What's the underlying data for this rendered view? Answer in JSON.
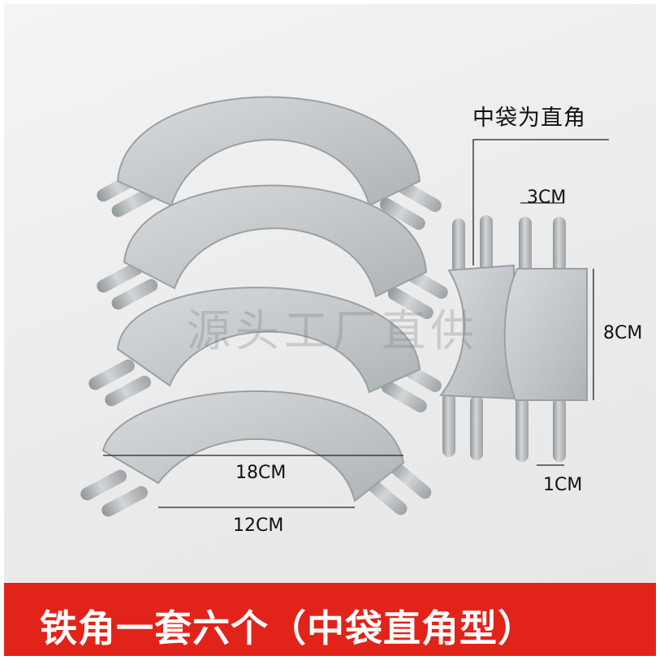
{
  "banner": {
    "text": "铁角一套六个（中袋直角型）",
    "background": "#e2231a",
    "text_color": "#ffffff"
  },
  "note": {
    "title": "中袋为直角"
  },
  "dimensions": {
    "block_width": "3CM",
    "block_height": "8CM",
    "pin_diameter": "1CM",
    "arc_outer": "18CM",
    "arc_inner": "12CM"
  },
  "watermark": "源头工厂直供",
  "colors": {
    "metal": "#c9ccce",
    "metal_dark": "#9aa0a4",
    "background": "#ececec"
  }
}
